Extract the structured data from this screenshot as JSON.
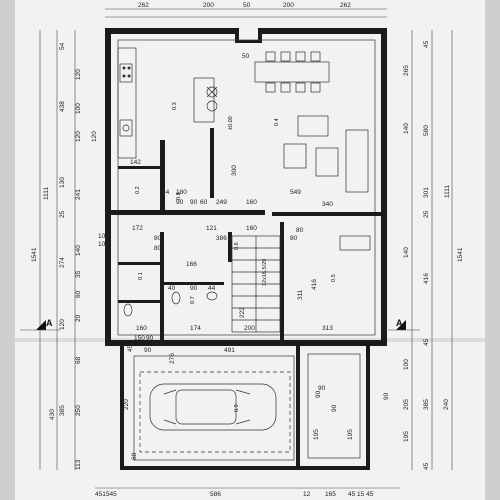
{
  "top_dims": [
    "262",
    "200",
    "50",
    "200",
    "262"
  ],
  "bottom_dims": [
    "451545",
    "586",
    "12",
    "165",
    "45 15 45"
  ],
  "left_outer": [
    "1111",
    "1541",
    "430"
  ],
  "left_inner": [
    "54",
    "120",
    "438",
    "100",
    "120",
    "120",
    "241",
    "130",
    "25",
    "140",
    "274",
    "35",
    "60",
    "20",
    "120",
    "68",
    "250",
    "385",
    "113"
  ],
  "right_outer": [
    "1111",
    "1541"
  ],
  "right_inner": [
    "45",
    "265",
    "580",
    "140",
    "301",
    "25",
    "140",
    "416",
    "45",
    "205",
    "385",
    "240",
    "195",
    "45",
    "100",
    "90",
    "90",
    "90"
  ],
  "interior_dims": [
    "142",
    "180",
    "14",
    "90",
    "90",
    "60",
    "249",
    "160",
    "549",
    "340",
    "172",
    "80",
    "80",
    "121",
    "386",
    "160",
    "80",
    "80",
    "100",
    "166",
    "40",
    "90",
    "44",
    "174",
    "222",
    "200",
    "313",
    "491",
    "160",
    "150",
    "90",
    "300",
    "416",
    "311",
    "276",
    "50",
    "100",
    "90",
    "90",
    "195",
    "195",
    "68",
    "45",
    "220"
  ],
  "rooms": [
    "0.3",
    "0.4",
    "0.1",
    "0.5",
    "0.6",
    "0.7",
    "0.8",
    "0.9",
    "0.2"
  ],
  "marker_label": "A",
  "level_mark": "±0.00",
  "stair_label": "12x16,5/29",
  "colors": {
    "paper": "#f2f2f0",
    "wall": "#1b1b1b",
    "frame": "#cfcfcf"
  }
}
